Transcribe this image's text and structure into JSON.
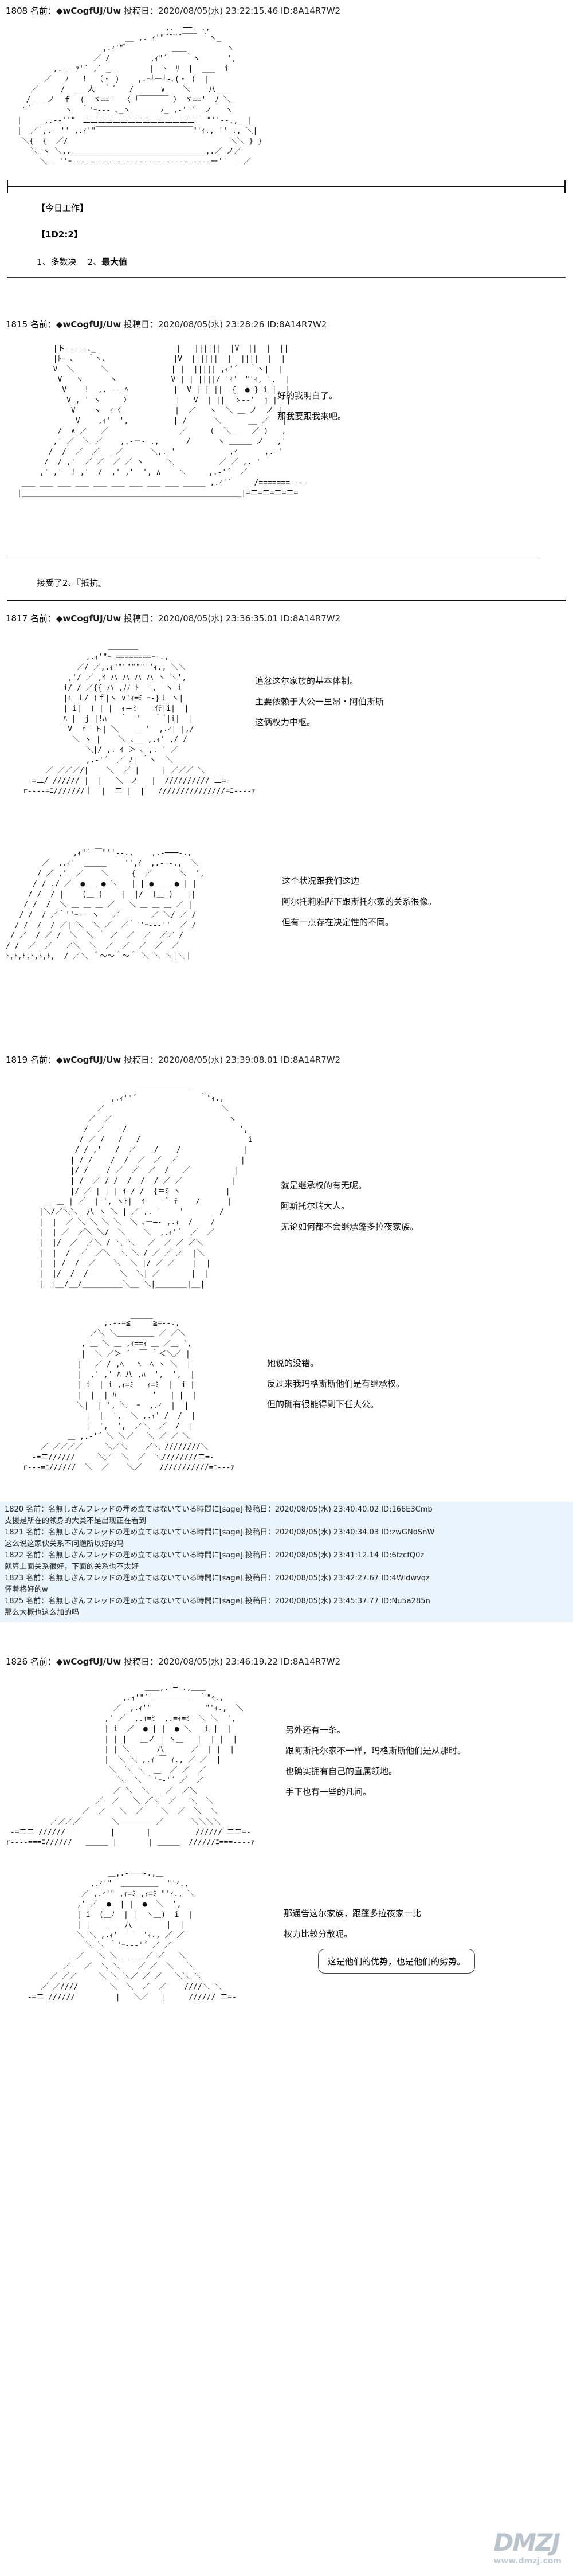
{
  "posts": {
    "p1808": {
      "num": "1808 名前：",
      "name": "◆wCogfUJ/Uw",
      "meta": " 投稿日：2020/08/05(水) 23:22:15.46 ID:8A14R7W2"
    },
    "p1815": {
      "num": "1815 名前：",
      "name": "◆wCogfUJ/Uw",
      "meta": " 投稿日：2020/08/05(水) 23:28:26 ID:8A14R7W2"
    },
    "p1817": {
      "num": "1817 名前：",
      "name": "◆wCogfUJ/Uw",
      "meta": " 投稿日：2020/08/05(水) 23:36:35.01 ID:8A14R7W2"
    },
    "p1819": {
      "num": "1819 名前：",
      "name": "◆wCogfUJ/Uw",
      "meta": " 投稿日：2020/08/05(水) 23:39:08.01 ID:8A14R7W2"
    },
    "p1826": {
      "num": "1826 名前：",
      "name": "◆wCogfUJ/Uw",
      "meta": " 投稿日：2020/08/05(水) 23:46:19.22 ID:8A14R7W2"
    }
  },
  "work": {
    "title": "【今日工作】",
    "dice": "【1D2:2】",
    "option1": "1、多数决",
    "option2_num": "2、",
    "option2": "最大值"
  },
  "accepted": "接受了2、『抵抗』",
  "dialog": {
    "d1815": [
      "好的我明白了。",
      "那我要跟我来吧。"
    ],
    "d1817a": [
      "追忿这尔家族的基本体制。",
      "主要依赖于大公一里昂・阿伯斯斯",
      "这俩权力中枢。"
    ],
    "d1817b": [
      "这个状况跟我们这边",
      "阿尔托莉雅陛下跟斯托尔家的关系很像。",
      "但有一点存在决定性的不同。"
    ],
    "d1819a": [
      "就是继承权的有无呢。",
      "阿斯托尔瑞大人。",
      "无论如何都不会继承蓬多拉夜家族。"
    ],
    "d1819b": [
      "她说的没错。",
      "反过来我玛格斯斯他们是有继承权。",
      "但的确有很能得到下任大公。"
    ],
    "d1826a": [
      "另外还有一条。",
      "跟阿斯托尔家不一样，玛格斯斯他们是从那时。",
      "也确实拥有自己的直属领地。",
      "手下也有一些的凡间。"
    ],
    "d1826b": [
      "那通告这尔家族，跟蓬多拉夜家一比",
      "权力比较分散呢。"
    ],
    "bubble": "这是他们的优势，也是他们的劣势。"
  },
  "replies": [
    "1820 名前：名無しさんフレッドの埋め立てはないている時間に[sage] 投稿日：2020/08/05(水) 23:40:40.02 ID:166E3Cmb",
    "支援是所在的领身的大类不是出现正在看到",
    "1821 名前：名無しさんフレッドの埋め立てはないている時間に[sage] 投稿日：2020/08/05(水) 23:40:34.03 ID:zwGNdSnW",
    "这么说这家伙关系不问题所以好的吗",
    "1822 名前：名無しさんフレッドの埋め立てはないている時間に[sage] 投稿日：2020/08/05(水) 23:41:12.14 ID:6fzcfQ0z",
    "就算上面关系很好，下面的关系也不太好",
    "1823 名前：名無しさんフレッドの埋め立てはないている時間に[sage] 投稿日：2020/08/05(水) 23:42:27.67 ID:4Wldwvqz",
    "怀着格好的w",
    "1825 名前：名無しさんフレッドの埋め立てはないている時間に[sage] 投稿日：2020/08/05(水) 23:45:37.77 ID:Nu5a285n",
    "那么大概也这么加的吗"
  ],
  "watermark": {
    "main": "DMZJ",
    "sub": "www.dmzj.com"
  }
}
